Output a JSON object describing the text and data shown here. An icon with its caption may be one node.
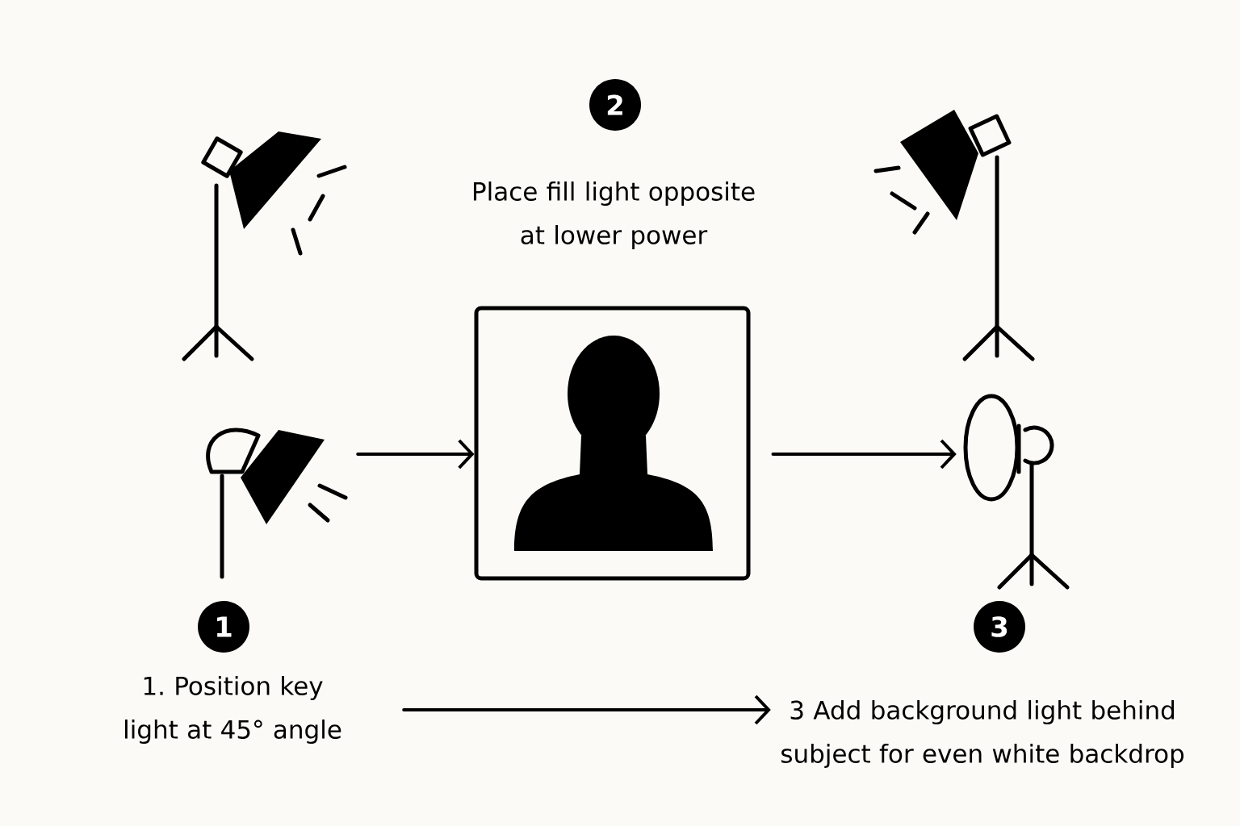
{
  "diagram": {
    "nodes": [
      {
        "text": [],
        "shape": "picture"
      },
      {
        "text": [],
        "shape": "picture"
      },
      {
        "text": [],
        "shape": "picture"
      },
      {
        "text": [
          "1"
        ]
      },
      {
        "text": [
          "2"
        ]
      },
      {
        "text": [
          "3"
        ]
      },
      {
        "text": [
          "1. Position key light at 45° angle"
        ]
      },
      {
        "text": [
          "3 Add background light behind subject for even white backdrop"
        ]
      }
    ],
    "edges": [
      {
        "from": 0,
        "to": 1,
        "arrow": "to"
      },
      {
        "from": 1,
        "to": 2,
        "arrow": "to"
      },
      {
        "from": 6,
        "to": 7,
        "arrow": "to"
      }
    ],
    "labels": [
      "Place fill light opposite at lower power"
    ]
  }
}
